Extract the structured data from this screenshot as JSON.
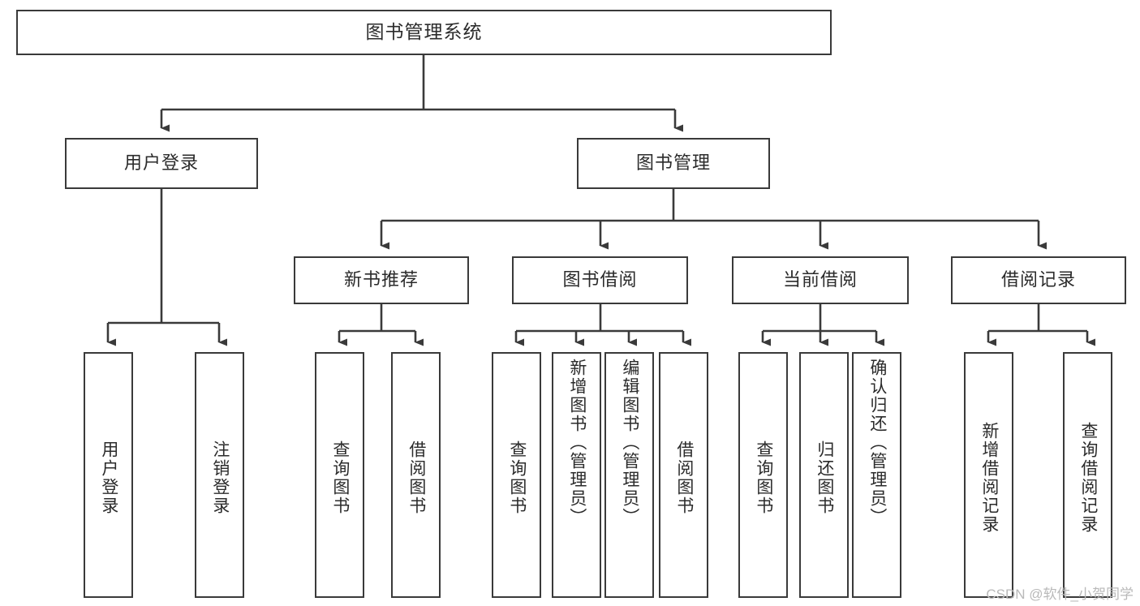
{
  "diagram": {
    "title": "图书管理系统",
    "watermark": "CSDN @软件_小贺同学",
    "stroke_color": "#3a3a3a",
    "text_color": "#2b2b2b",
    "background_color": "#ffffff",
    "watermark_color": "#b9b9b9"
  },
  "nodes": {
    "root": {
      "label": "图书管理系统"
    },
    "level2": [
      {
        "label": "用户登录"
      },
      {
        "label": "图书管理"
      }
    ],
    "level3": [
      {
        "label": "新书推荐"
      },
      {
        "label": "图书借阅"
      },
      {
        "label": "当前借阅"
      },
      {
        "label": "借阅记录"
      }
    ],
    "leaves": {
      "user_login": [
        {
          "label": "用户登录"
        },
        {
          "label": "注销登录"
        }
      ],
      "new_book": [
        {
          "label": "查询图书"
        },
        {
          "label": "借阅图书"
        }
      ],
      "book_borrow": [
        {
          "label": "查询图书"
        },
        {
          "label": "新增图书（管理员）"
        },
        {
          "label": "编辑图书（管理员）"
        },
        {
          "label": "借阅图书"
        }
      ],
      "current_borrow": [
        {
          "label": "查询图书"
        },
        {
          "label": "归还图书"
        },
        {
          "label": "确认归还（管理员）"
        }
      ],
      "borrow_record": [
        {
          "label": "新增借阅记录"
        },
        {
          "label": "查询借阅记录"
        }
      ]
    }
  }
}
